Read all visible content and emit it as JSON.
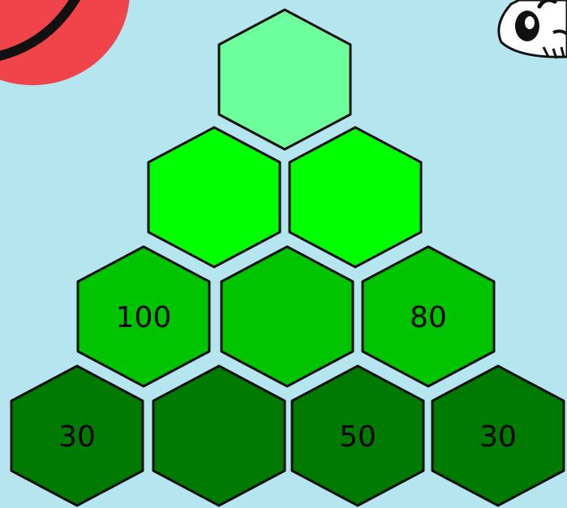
{
  "puzzle": {
    "rows": [
      {
        "fill": "#6dff9c",
        "cells": [
          ""
        ]
      },
      {
        "fill": "#00ff00",
        "cells": [
          "",
          ""
        ]
      },
      {
        "fill": "#00c400",
        "cells": [
          "100",
          "",
          "80"
        ]
      },
      {
        "fill": "#007a00",
        "cells": [
          "30",
          "",
          "50",
          "30"
        ]
      }
    ]
  },
  "decorations": {
    "top_left_blob": {
      "color": "#f0434a"
    },
    "top_right_mascot": {
      "icon": "cow-mascot-icon"
    }
  }
}
